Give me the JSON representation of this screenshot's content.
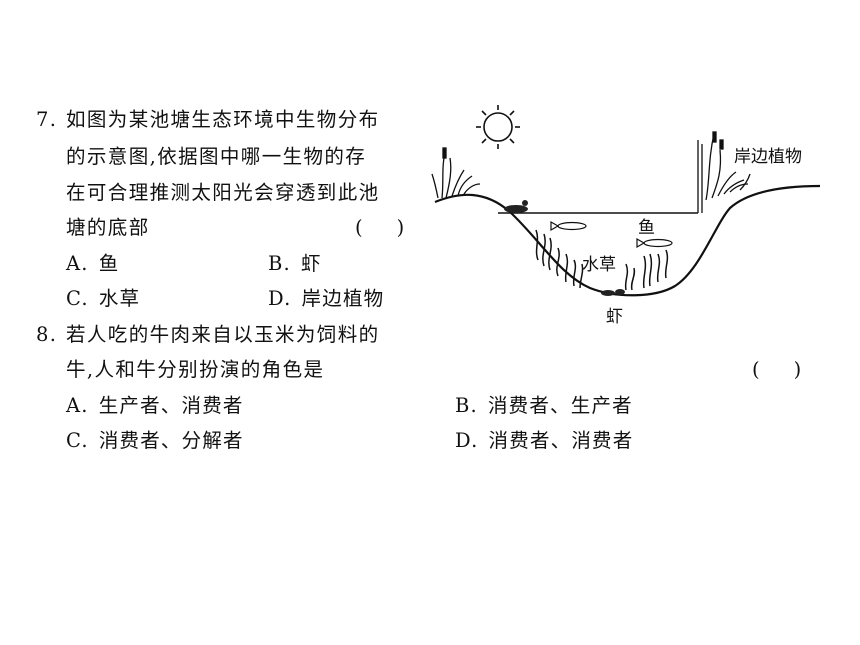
{
  "q7": {
    "number": "7.",
    "stem_lines": [
      "如图为某池塘生态环境中生物分布",
      "的示意图,依据图中哪一生物的存",
      "在可合理推测太阳光会穿透到此池",
      "塘的底部"
    ],
    "answer_paren_left": "(",
    "answer_paren_right": ")",
    "options": [
      {
        "letter": "A.",
        "text": "鱼"
      },
      {
        "letter": "B.",
        "text": "虾"
      },
      {
        "letter": "C.",
        "text": "水草"
      },
      {
        "letter": "D.",
        "text": "岸边植物"
      }
    ]
  },
  "diagram": {
    "label_shore_plants": "岸边植物",
    "label_fish": "鱼",
    "label_waterweed": "水草",
    "label_shrimp": "虾",
    "sun_icon": "sun-icon"
  },
  "q8": {
    "number": "8.",
    "stem_lines": [
      "若人吃的牛肉来自以玉米为饲料的",
      "牛,人和牛分别扮演的角色是"
    ],
    "answer_paren_left": "(",
    "answer_paren_right": ")",
    "options": [
      {
        "letter": "A.",
        "text": "生产者、消费者"
      },
      {
        "letter": "B.",
        "text": "消费者、生产者"
      },
      {
        "letter": "C.",
        "text": "消费者、分解者"
      },
      {
        "letter": "D.",
        "text": "消费者、消费者"
      }
    ]
  }
}
